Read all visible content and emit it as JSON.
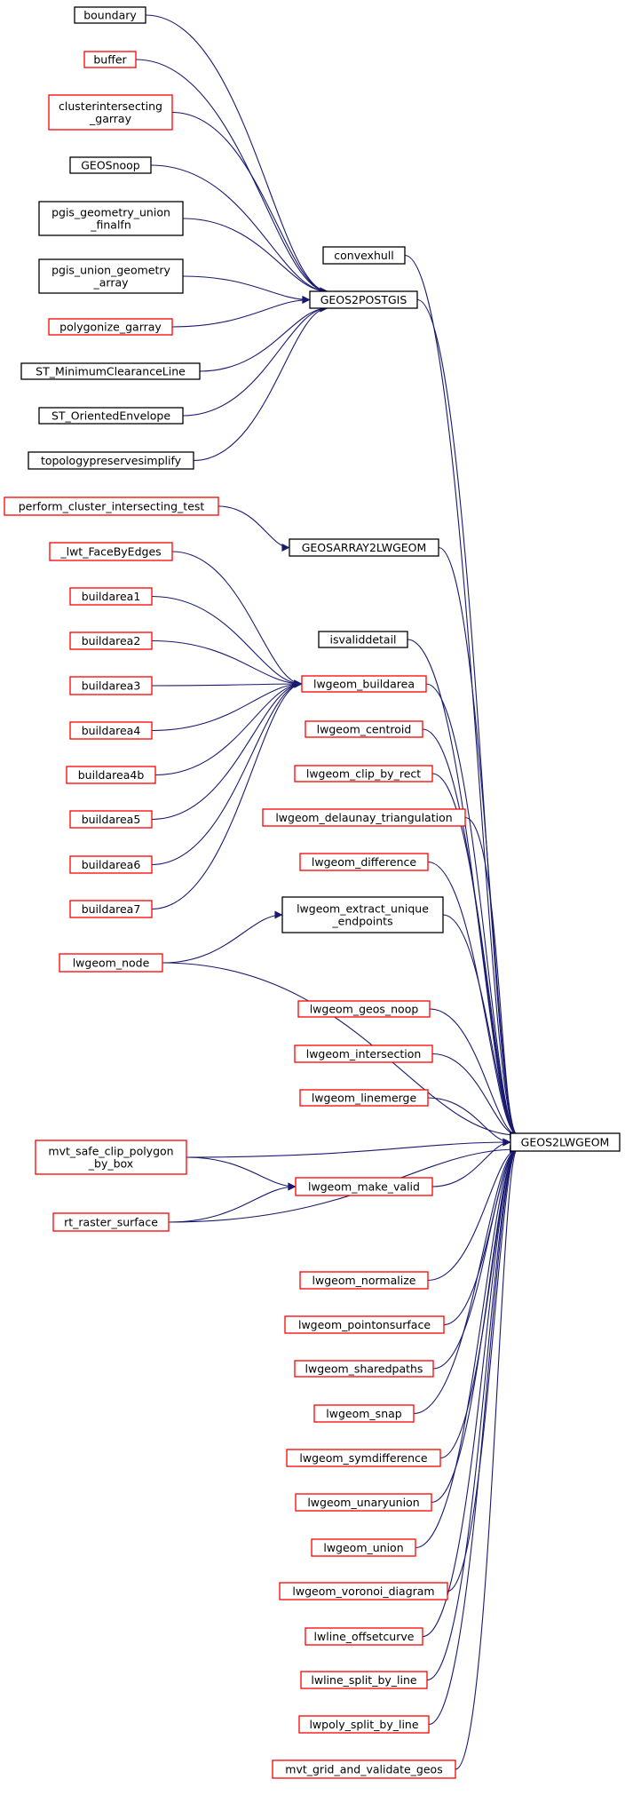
{
  "colors": {
    "edge": "#191970",
    "border_black": "#000000",
    "border_red": "#ff0000",
    "focus_fill": "#bfbfbf"
  },
  "nodes": [
    {
      "id": "boundary",
      "lines": [
        "boundary"
      ],
      "border": "black"
    },
    {
      "id": "buffer",
      "lines": [
        "buffer"
      ],
      "border": "red"
    },
    {
      "id": "clusterintersecting_garray",
      "lines": [
        "clusterintersecting",
        "_garray"
      ],
      "border": "red"
    },
    {
      "id": "GEOSnoop",
      "lines": [
        "GEOSnoop"
      ],
      "border": "black"
    },
    {
      "id": "pgis_geometry_union_finalfn",
      "lines": [
        "pgis_geometry_union",
        "_finalfn"
      ],
      "border": "black"
    },
    {
      "id": "pgis_union_geometry_array",
      "lines": [
        "pgis_union_geometry",
        "_array"
      ],
      "border": "black"
    },
    {
      "id": "polygonize_garray",
      "lines": [
        "polygonize_garray"
      ],
      "border": "red"
    },
    {
      "id": "ST_MinimumClearanceLine",
      "lines": [
        "ST_MinimumClearanceLine"
      ],
      "border": "black"
    },
    {
      "id": "ST_OrientedEnvelope",
      "lines": [
        "ST_OrientedEnvelope"
      ],
      "border": "black"
    },
    {
      "id": "topologypreservesimplify",
      "lines": [
        "topologypreservesimplify"
      ],
      "border": "black"
    },
    {
      "id": "convexhull",
      "lines": [
        "convexhull"
      ],
      "border": "black"
    },
    {
      "id": "GEOS2POSTGIS",
      "lines": [
        "GEOS2POSTGIS"
      ],
      "border": "black"
    },
    {
      "id": "perform_cluster_intersecting_test",
      "lines": [
        "perform_cluster_intersecting_test"
      ],
      "border": "red"
    },
    {
      "id": "GEOSARRAY2LWGEOM",
      "lines": [
        "GEOSARRAY2LWGEOM"
      ],
      "border": "black"
    },
    {
      "id": "_lwt_FaceByEdges",
      "lines": [
        "_lwt_FaceByEdges"
      ],
      "border": "red"
    },
    {
      "id": "buildarea1",
      "lines": [
        "buildarea1"
      ],
      "border": "red"
    },
    {
      "id": "isvaliddetail",
      "lines": [
        "isvaliddetail"
      ],
      "border": "black"
    },
    {
      "id": "buildarea2",
      "lines": [
        "buildarea2"
      ],
      "border": "red"
    },
    {
      "id": "lwgeom_buildarea",
      "lines": [
        "lwgeom_buildarea"
      ],
      "border": "red"
    },
    {
      "id": "buildarea3",
      "lines": [
        "buildarea3"
      ],
      "border": "red"
    },
    {
      "id": "buildarea4",
      "lines": [
        "buildarea4"
      ],
      "border": "red"
    },
    {
      "id": "lwgeom_centroid",
      "lines": [
        "lwgeom_centroid"
      ],
      "border": "red"
    },
    {
      "id": "buildarea4b",
      "lines": [
        "buildarea4b"
      ],
      "border": "red"
    },
    {
      "id": "lwgeom_clip_by_rect",
      "lines": [
        "lwgeom_clip_by_rect"
      ],
      "border": "red"
    },
    {
      "id": "buildarea5",
      "lines": [
        "buildarea5"
      ],
      "border": "red"
    },
    {
      "id": "lwgeom_delaunay_triangulation",
      "lines": [
        "lwgeom_delaunay_triangulation"
      ],
      "border": "red"
    },
    {
      "id": "buildarea6",
      "lines": [
        "buildarea6"
      ],
      "border": "red"
    },
    {
      "id": "lwgeom_difference",
      "lines": [
        "lwgeom_difference"
      ],
      "border": "red"
    },
    {
      "id": "buildarea7",
      "lines": [
        "buildarea7"
      ],
      "border": "red"
    },
    {
      "id": "lwgeom_extract_unique_endpoints",
      "lines": [
        "lwgeom_extract_unique",
        "_endpoints"
      ],
      "border": "black"
    },
    {
      "id": "lwgeom_node",
      "lines": [
        "lwgeom_node"
      ],
      "border": "red"
    },
    {
      "id": "lwgeom_geos_noop",
      "lines": [
        "lwgeom_geos_noop"
      ],
      "border": "red"
    },
    {
      "id": "lwgeom_intersection",
      "lines": [
        "lwgeom_intersection"
      ],
      "border": "red"
    },
    {
      "id": "lwgeom_linemerge",
      "lines": [
        "lwgeom_linemerge"
      ],
      "border": "red"
    },
    {
      "id": "GEOS2LWGEOM",
      "lines": [
        "GEOS2LWGEOM"
      ],
      "border": "black",
      "focus": true
    },
    {
      "id": "mvt_safe_clip_polygon_by_box",
      "lines": [
        "mvt_safe_clip_polygon",
        "_by_box"
      ],
      "border": "red"
    },
    {
      "id": "lwgeom_make_valid",
      "lines": [
        "lwgeom_make_valid"
      ],
      "border": "red"
    },
    {
      "id": "rt_raster_surface",
      "lines": [
        "rt_raster_surface"
      ],
      "border": "red"
    },
    {
      "id": "lwgeom_normalize",
      "lines": [
        "lwgeom_normalize"
      ],
      "border": "red"
    },
    {
      "id": "lwgeom_pointonsurface",
      "lines": [
        "lwgeom_pointonsurface"
      ],
      "border": "red"
    },
    {
      "id": "lwgeom_sharedpaths",
      "lines": [
        "lwgeom_sharedpaths"
      ],
      "border": "red"
    },
    {
      "id": "lwgeom_snap",
      "lines": [
        "lwgeom_snap"
      ],
      "border": "red"
    },
    {
      "id": "lwgeom_symdifference",
      "lines": [
        "lwgeom_symdifference"
      ],
      "border": "red"
    },
    {
      "id": "lwgeom_unaryunion",
      "lines": [
        "lwgeom_unaryunion"
      ],
      "border": "red"
    },
    {
      "id": "lwgeom_union",
      "lines": [
        "lwgeom_union"
      ],
      "border": "red"
    },
    {
      "id": "lwgeom_voronoi_diagram",
      "lines": [
        "lwgeom_voronoi_diagram"
      ],
      "border": "red"
    },
    {
      "id": "lwline_offsetcurve",
      "lines": [
        "lwline_offsetcurve"
      ],
      "border": "red"
    },
    {
      "id": "lwline_split_by_line",
      "lines": [
        "lwline_split_by_line"
      ],
      "border": "red"
    },
    {
      "id": "lwpoly_split_by_line",
      "lines": [
        "lwpoly_split_by_line"
      ],
      "border": "red"
    },
    {
      "id": "mvt_grid_and_validate_geos",
      "lines": [
        "mvt_grid_and_validate_geos"
      ],
      "border": "red"
    }
  ],
  "edges": [
    {
      "from": "boundary",
      "to": "GEOS2POSTGIS"
    },
    {
      "from": "buffer",
      "to": "GEOS2POSTGIS"
    },
    {
      "from": "clusterintersecting_garray",
      "to": "GEOS2POSTGIS"
    },
    {
      "from": "GEOSnoop",
      "to": "GEOS2POSTGIS"
    },
    {
      "from": "pgis_geometry_union_finalfn",
      "to": "GEOS2POSTGIS"
    },
    {
      "from": "pgis_union_geometry_array",
      "to": "GEOS2POSTGIS"
    },
    {
      "from": "polygonize_garray",
      "to": "GEOS2POSTGIS"
    },
    {
      "from": "ST_MinimumClearanceLine",
      "to": "GEOS2POSTGIS"
    },
    {
      "from": "ST_OrientedEnvelope",
      "to": "GEOS2POSTGIS"
    },
    {
      "from": "topologypreservesimplify",
      "to": "GEOS2POSTGIS"
    },
    {
      "from": "perform_cluster_intersecting_test",
      "to": "GEOSARRAY2LWGEOM"
    },
    {
      "from": "_lwt_FaceByEdges",
      "to": "lwgeom_buildarea"
    },
    {
      "from": "buildarea1",
      "to": "lwgeom_buildarea"
    },
    {
      "from": "buildarea2",
      "to": "lwgeom_buildarea"
    },
    {
      "from": "buildarea3",
      "to": "lwgeom_buildarea"
    },
    {
      "from": "buildarea4",
      "to": "lwgeom_buildarea"
    },
    {
      "from": "buildarea4b",
      "to": "lwgeom_buildarea"
    },
    {
      "from": "buildarea5",
      "to": "lwgeom_buildarea"
    },
    {
      "from": "buildarea6",
      "to": "lwgeom_buildarea"
    },
    {
      "from": "buildarea7",
      "to": "lwgeom_buildarea"
    },
    {
      "from": "lwgeom_node",
      "to": "lwgeom_extract_unique_endpoints"
    },
    {
      "from": "mvt_safe_clip_polygon_by_box",
      "to": "lwgeom_make_valid"
    },
    {
      "from": "rt_raster_surface",
      "to": "lwgeom_make_valid"
    },
    {
      "from": "convexhull",
      "to": "GEOS2LWGEOM"
    },
    {
      "from": "GEOS2POSTGIS",
      "to": "GEOS2LWGEOM"
    },
    {
      "from": "GEOSARRAY2LWGEOM",
      "to": "GEOS2LWGEOM"
    },
    {
      "from": "isvaliddetail",
      "to": "GEOS2LWGEOM"
    },
    {
      "from": "lwgeom_buildarea",
      "to": "GEOS2LWGEOM"
    },
    {
      "from": "lwgeom_centroid",
      "to": "GEOS2LWGEOM"
    },
    {
      "from": "lwgeom_clip_by_rect",
      "to": "GEOS2LWGEOM"
    },
    {
      "from": "lwgeom_delaunay_triangulation",
      "to": "GEOS2LWGEOM"
    },
    {
      "from": "lwgeom_difference",
      "to": "GEOS2LWGEOM"
    },
    {
      "from": "lwgeom_extract_unique_endpoints",
      "to": "GEOS2LWGEOM"
    },
    {
      "from": "lwgeom_node",
      "to": "GEOS2LWGEOM"
    },
    {
      "from": "lwgeom_geos_noop",
      "to": "GEOS2LWGEOM"
    },
    {
      "from": "lwgeom_intersection",
      "to": "GEOS2LWGEOM"
    },
    {
      "from": "lwgeom_linemerge",
      "to": "GEOS2LWGEOM"
    },
    {
      "from": "mvt_safe_clip_polygon_by_box",
      "to": "GEOS2LWGEOM"
    },
    {
      "from": "lwgeom_make_valid",
      "to": "GEOS2LWGEOM"
    },
    {
      "from": "rt_raster_surface",
      "to": "GEOS2LWGEOM"
    },
    {
      "from": "lwgeom_normalize",
      "to": "GEOS2LWGEOM"
    },
    {
      "from": "lwgeom_pointonsurface",
      "to": "GEOS2LWGEOM"
    },
    {
      "from": "lwgeom_sharedpaths",
      "to": "GEOS2LWGEOM"
    },
    {
      "from": "lwgeom_snap",
      "to": "GEOS2LWGEOM"
    },
    {
      "from": "lwgeom_symdifference",
      "to": "GEOS2LWGEOM"
    },
    {
      "from": "lwgeom_unaryunion",
      "to": "GEOS2LWGEOM"
    },
    {
      "from": "lwgeom_union",
      "to": "GEOS2LWGEOM"
    },
    {
      "from": "lwgeom_voronoi_diagram",
      "to": "GEOS2LWGEOM"
    },
    {
      "from": "lwline_offsetcurve",
      "to": "GEOS2LWGEOM"
    },
    {
      "from": "lwline_split_by_line",
      "to": "GEOS2LWGEOM"
    },
    {
      "from": "lwpoly_split_by_line",
      "to": "GEOS2LWGEOM"
    },
    {
      "from": "mvt_grid_and_validate_geos",
      "to": "GEOS2LWGEOM"
    }
  ]
}
